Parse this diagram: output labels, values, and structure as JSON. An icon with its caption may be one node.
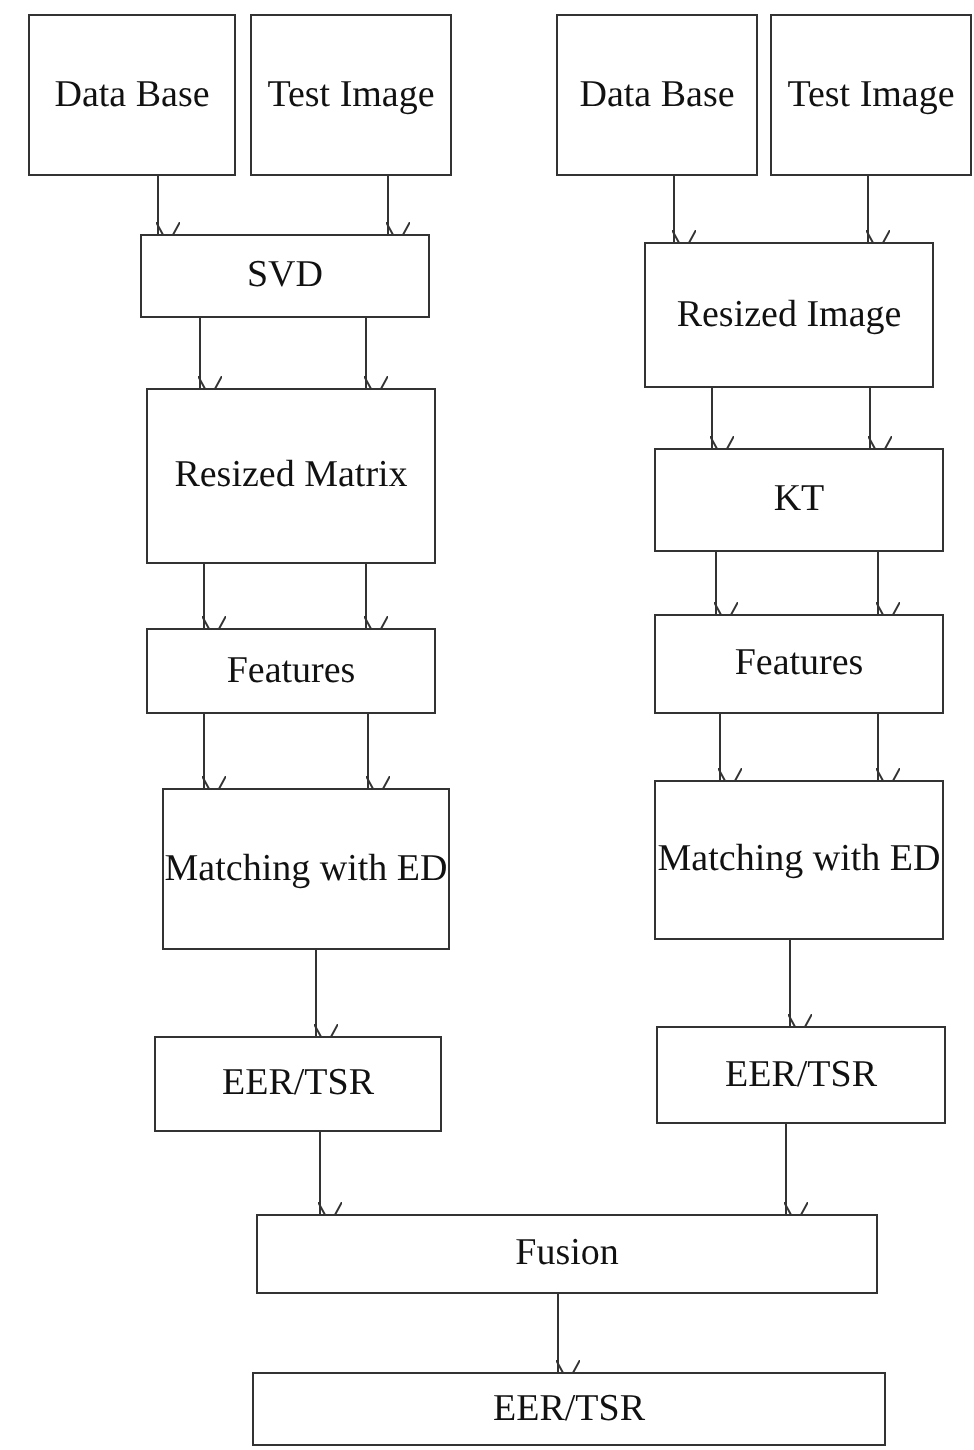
{
  "diagram": {
    "nodes": [
      {
        "text": [
          "Data Base"
        ]
      },
      {
        "text": [
          "Test Image"
        ]
      },
      {
        "text": [
          "SVD"
        ]
      },
      {
        "text": [
          "Resized Matrix"
        ]
      },
      {
        "text": [
          "Features"
        ]
      },
      {
        "text": [
          "Matching with ED"
        ]
      },
      {
        "text": [
          "EER/TSR"
        ]
      },
      {
        "text": [
          "Data Base"
        ]
      },
      {
        "text": [
          "Test Image"
        ]
      },
      {
        "text": [
          "Resized Image"
        ]
      },
      {
        "text": [
          "KT"
        ]
      },
      {
        "text": [
          "Features"
        ]
      },
      {
        "text": [
          "Matching with ED"
        ]
      },
      {
        "text": [
          "EER/TSR"
        ]
      },
      {
        "text": [
          "Fusion"
        ]
      },
      {
        "text": [
          "EER/TSR"
        ]
      }
    ],
    "edges": [
      {
        "from": 0,
        "to": 2,
        "arrow": "to"
      },
      {
        "from": 1,
        "to": 2,
        "arrow": "to"
      },
      {
        "from": 2,
        "to": 3,
        "arrow": "to"
      },
      {
        "from": 2,
        "to": 3,
        "arrow": "to"
      },
      {
        "from": 3,
        "to": 4,
        "arrow": "to"
      },
      {
        "from": 3,
        "to": 4,
        "arrow": "to"
      },
      {
        "from": 4,
        "to": 5,
        "arrow": "to"
      },
      {
        "from": 4,
        "to": 5,
        "arrow": "to"
      },
      {
        "from": 5,
        "to": 6,
        "arrow": "to"
      },
      {
        "from": 6,
        "to": 14,
        "arrow": "to"
      },
      {
        "from": 7,
        "to": 9,
        "arrow": "to"
      },
      {
        "from": 8,
        "to": 9,
        "arrow": "to"
      },
      {
        "from": 9,
        "to": 10,
        "arrow": "to"
      },
      {
        "from": 9,
        "to": 10,
        "arrow": "to"
      },
      {
        "from": 10,
        "to": 11,
        "arrow": "to"
      },
      {
        "from": 10,
        "to": 11,
        "arrow": "to"
      },
      {
        "from": 11,
        "to": 12,
        "arrow": "to"
      },
      {
        "from": 11,
        "to": 12,
        "arrow": "to"
      },
      {
        "from": 12,
        "to": 13,
        "arrow": "to"
      },
      {
        "from": 13,
        "to": 14,
        "arrow": "to"
      },
      {
        "from": 14,
        "to": 15,
        "arrow": "to"
      }
    ]
  }
}
